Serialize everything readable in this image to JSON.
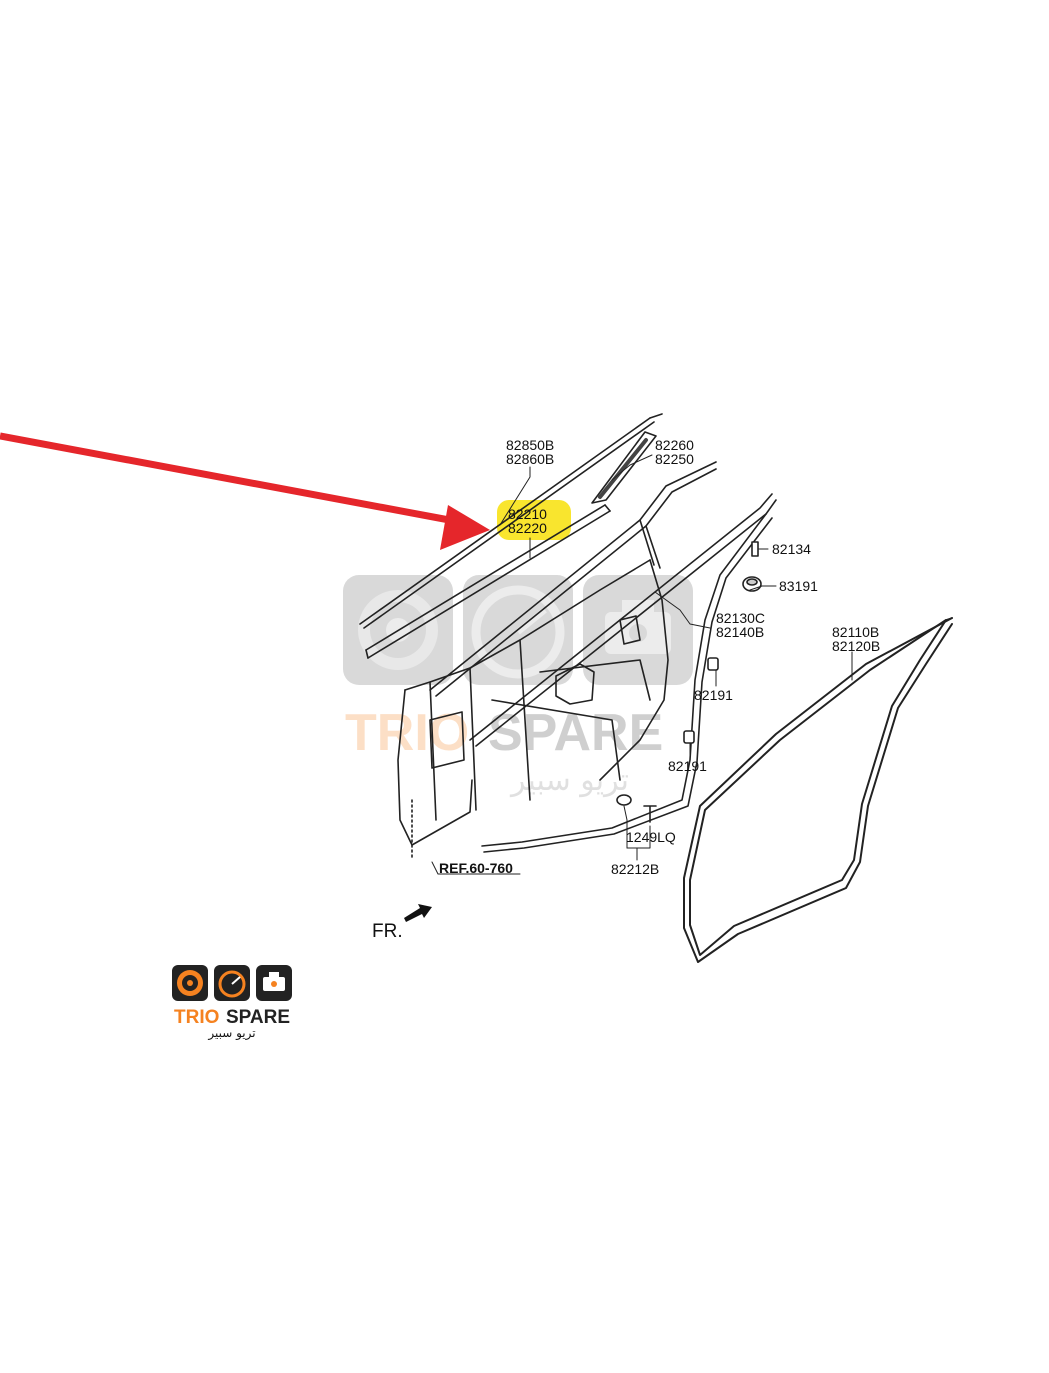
{
  "diagram": {
    "labels": {
      "top_strip_a": "82850B",
      "top_strip_b": "82860B",
      "frame_cover_a": "82260",
      "frame_cover_b": "82250",
      "highlight_a": "82210",
      "highlight_b": "82220",
      "clip": "82134",
      "plug": "83191",
      "seal_a": "82130C",
      "seal_b": "82140B",
      "bumper_1": "82191",
      "bumper_2": "82191",
      "weatherstrip_a": "82110B",
      "weatherstrip_b": "82120B",
      "bolt": "1249LQ",
      "cap": "82212B",
      "ref": "REF.60-760",
      "front": "FR."
    },
    "highlight_color": "#f9e52e",
    "arrow_color": "#e5262b"
  },
  "watermark": {
    "brand_left": "TRIO",
    "brand_right": "SPARE",
    "arabic": "تريو سبير"
  },
  "logo": {
    "brand_left": "TRIO",
    "brand_right": "SPARE",
    "arabic": "تريو سبير",
    "accent_color": "#f58220",
    "dark_color": "#222222"
  }
}
